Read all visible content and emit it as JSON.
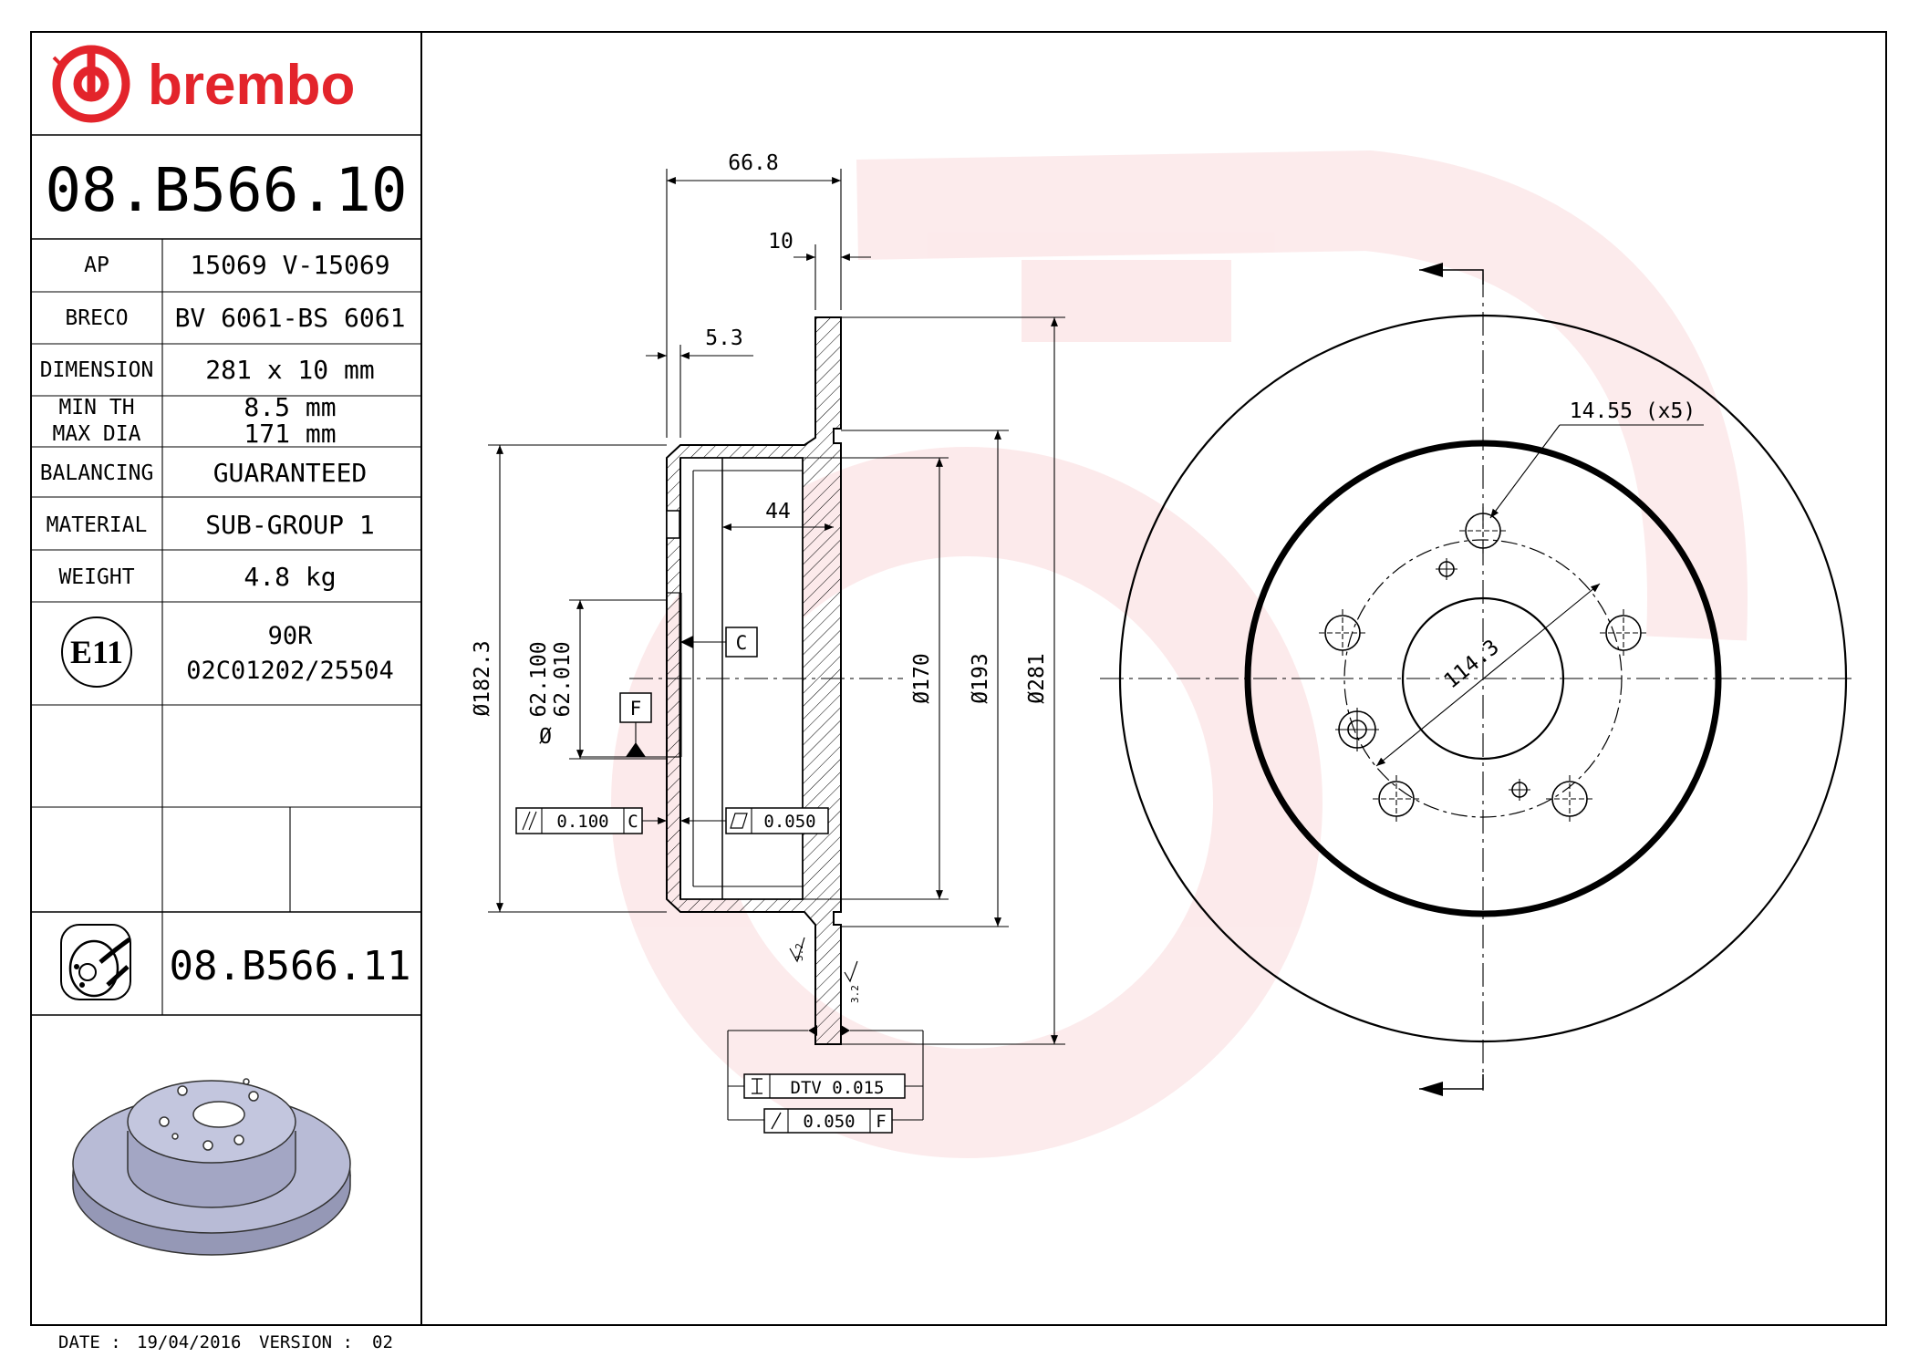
{
  "brand": {
    "name": "brembo",
    "color": "#e3242b"
  },
  "part_number": "08.B566.10",
  "specs": [
    {
      "key": "ap",
      "label": "AP",
      "value": "15069 V-15069"
    },
    {
      "key": "breco",
      "label": "BRECO",
      "value": "BV 6061-BS 6061"
    },
    {
      "key": "dimension",
      "label": "DIMENSION",
      "value": "281 x 10 mm"
    },
    {
      "key": "balancing",
      "label": "BALANCING",
      "value": "GUARANTEED"
    },
    {
      "key": "material",
      "label": "MATERIAL",
      "value": "SUB-GROUP 1"
    },
    {
      "key": "weight",
      "label": "WEIGHT",
      "value": "4.8 kg"
    }
  ],
  "min_th": {
    "label": "MIN TH",
    "value": "8.5 mm"
  },
  "max_dia": {
    "label": "MAX DIA",
    "value": "171 mm"
  },
  "approval": {
    "mark": "E11",
    "line1": "90R",
    "line2": "02C01202/25504"
  },
  "alt_part_number": "08.B566.11",
  "footer": {
    "date_label": "DATE :",
    "date": "19/04/2016",
    "version_label": "VERSION :",
    "version": "02"
  },
  "dimensions": {
    "total_height": "66.8",
    "disc_thickness": "10",
    "hat_wall": "5.3",
    "inner_depth": "44",
    "dia_182": "Ø182.3",
    "dia_62_hi": "62.100",
    "dia_62_lo": "62.010",
    "dia_170": "Ø170",
    "dia_193": "Ø193",
    "dia_281": "Ø281",
    "bolt_hole": "14.55 (x5)",
    "pcd": "114.3",
    "roughness_1": "3.2",
    "roughness_2": "3.2"
  },
  "datums": {
    "c": "C",
    "f": "F"
  },
  "tolerances": {
    "parallelism_value": "0.100",
    "parallelism_ref": "C",
    "flatness_value": "0.050",
    "dtv_label": "DTV 0.015",
    "runout_value": "0.050",
    "runout_ref": "F"
  },
  "icons": {
    "brand_logo": "brembo-logo",
    "approval_mark": "e11-circle",
    "coated_disc": "coated-disc-icon"
  }
}
